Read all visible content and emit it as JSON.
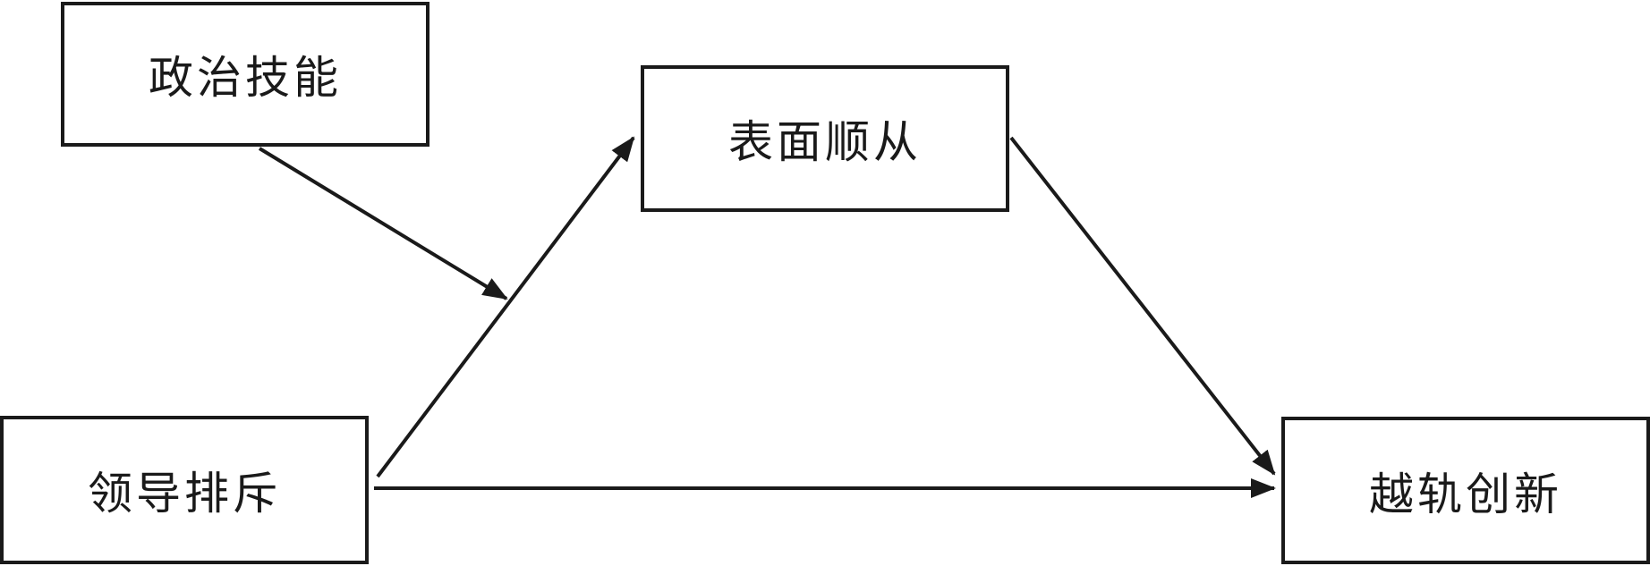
{
  "nodes": {
    "political_skill": "政治技能",
    "surface_compliance": "表面顺从",
    "leader_ostracism": "领导排斥",
    "deviant_innovation": "越轨创新"
  },
  "edges": [
    {
      "from": "leader_ostracism",
      "to": "surface_compliance"
    },
    {
      "from": "surface_compliance",
      "to": "deviant_innovation"
    },
    {
      "from": "leader_ostracism",
      "to": "deviant_innovation"
    },
    {
      "from": "political_skill",
      "to": "edge:leader_ostracism->surface_compliance"
    }
  ]
}
